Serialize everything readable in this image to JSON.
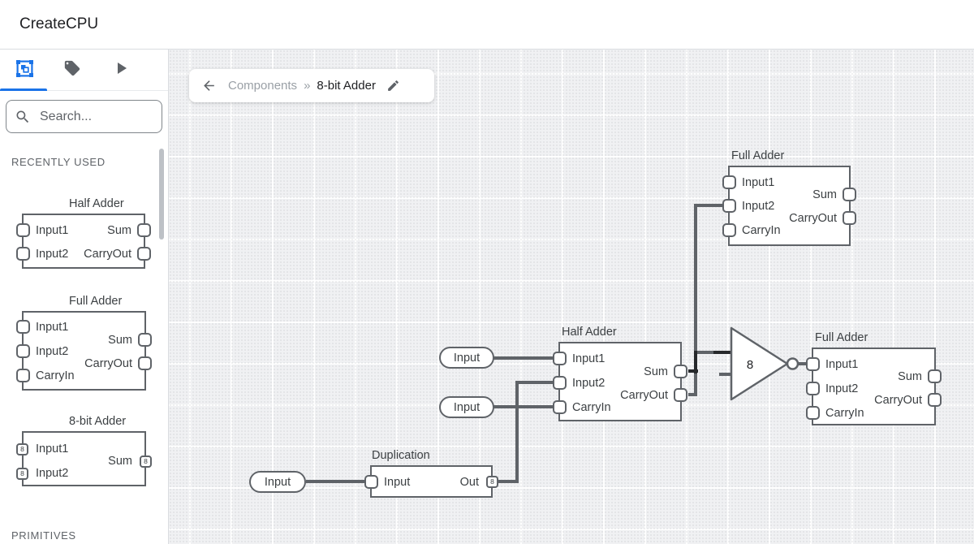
{
  "header": {
    "title": "CreateCPU"
  },
  "sidebar": {
    "tabs": [
      {
        "id": "components",
        "icon": "component-icon",
        "active": true
      },
      {
        "id": "tags",
        "icon": "tag-icon",
        "active": false
      },
      {
        "id": "simulate",
        "icon": "play-icon",
        "active": false
      }
    ],
    "search_placeholder": "Search...",
    "recently_used_label": "RECENTLY USED",
    "primitives_label": "PRIMITIVES",
    "recently_used": [
      {
        "title": "Half Adder",
        "left_ports": [
          {
            "label": "Input1"
          },
          {
            "label": "Input2"
          }
        ],
        "right_ports": [
          {
            "label": "Sum"
          },
          {
            "label": "CarryOut"
          }
        ]
      },
      {
        "title": "Full Adder",
        "left_ports": [
          {
            "label": "Input1"
          },
          {
            "label": "Input2"
          },
          {
            "label": "CarryIn"
          }
        ],
        "right_ports": [
          {
            "label": "Sum"
          },
          {
            "label": "CarryOut"
          }
        ]
      },
      {
        "title": "8-bit Adder",
        "left_ports": [
          {
            "label": "Input1",
            "bits": "8"
          },
          {
            "label": "Input2",
            "bits": "8"
          }
        ],
        "right_ports": [
          {
            "label": "Sum",
            "bits": "8"
          }
        ]
      }
    ]
  },
  "breadcrumb": {
    "parent": "Components",
    "separator": "»",
    "current": "8-bit Adder"
  },
  "canvas": {
    "nodes": [
      {
        "title": "Full Adder",
        "left_ports": [
          {
            "label": "Input1"
          },
          {
            "label": "Input2"
          },
          {
            "label": "CarryIn"
          }
        ],
        "right_ports": [
          {
            "label": "Sum"
          },
          {
            "label": "CarryOut"
          }
        ]
      },
      {
        "title": "Half Adder",
        "left_ports": [
          {
            "label": "Input1"
          },
          {
            "label": "Input2"
          },
          {
            "label": "CarryIn"
          }
        ],
        "right_ports": [
          {
            "label": "Sum"
          },
          {
            "label": "CarryOut"
          }
        ]
      },
      {
        "title": "Full Adder",
        "left_ports": [
          {
            "label": "Input1"
          },
          {
            "label": "Input2"
          },
          {
            "label": "CarryIn"
          }
        ],
        "right_ports": [
          {
            "label": "Sum"
          },
          {
            "label": "CarryOut"
          }
        ]
      },
      {
        "title": "Duplication",
        "left_ports": [
          {
            "label": "Input"
          }
        ],
        "right_ports": [
          {
            "label": "Out",
            "bits": "8"
          }
        ]
      }
    ],
    "input_nodes": [
      {
        "label": "Input"
      },
      {
        "label": "Input"
      },
      {
        "label": "Input"
      }
    ],
    "buffer_label": "8"
  },
  "colors": {
    "accent": "#1a73e8",
    "wire": "#5f6368",
    "text": "#202124",
    "muted": "#9aa0a6"
  }
}
